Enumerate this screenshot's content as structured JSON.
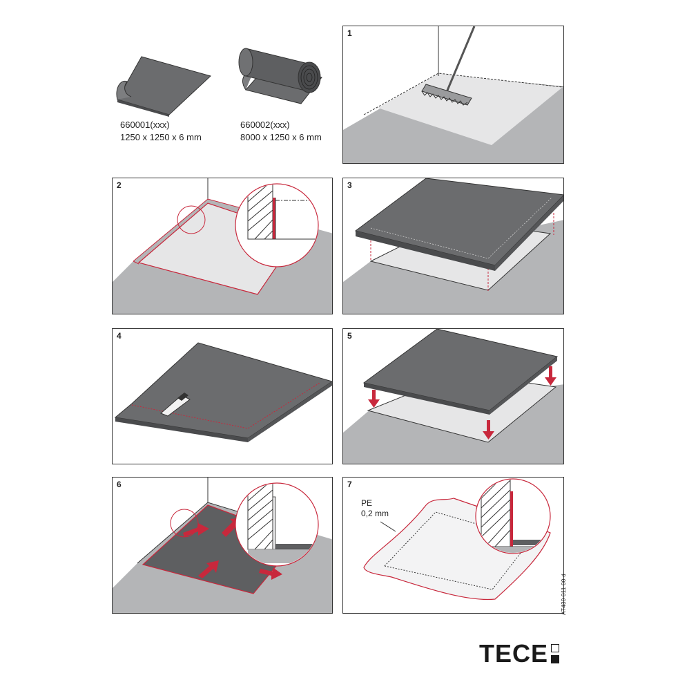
{
  "products": [
    {
      "code": "660001(xxx)",
      "dimensions": "1250 x 1250 x 6 mm",
      "form": "sheet"
    },
    {
      "code": "660002(xxx)",
      "dimensions": "8000 x 1250 x 6 mm",
      "form": "roll"
    }
  ],
  "steps": [
    {
      "number": "1",
      "icon": "broom-sweeping-icon"
    },
    {
      "number": "2",
      "icon": "measure-edge-detail-icon"
    },
    {
      "number": "3",
      "icon": "position-mat-icon"
    },
    {
      "number": "4",
      "icon": "cutter-knife-icon"
    },
    {
      "number": "5",
      "icon": "lay-mat-arrows-icon"
    },
    {
      "number": "6",
      "icon": "press-mat-arrows-icon"
    },
    {
      "number": "7",
      "icon": "pe-film-cover-icon"
    }
  ],
  "pe_film": {
    "label": "PE",
    "thickness": "0,2 mm"
  },
  "document_ref": "AT430 011 00 d",
  "brand": {
    "name": "TECE"
  },
  "colors": {
    "floor": "#b4b5b7",
    "mat": "#6b6c6e",
    "mat_edge": "#4a4b4d",
    "primed_area": "#e6e6e7",
    "accent_red": "#c8283c",
    "outline": "#333333"
  }
}
